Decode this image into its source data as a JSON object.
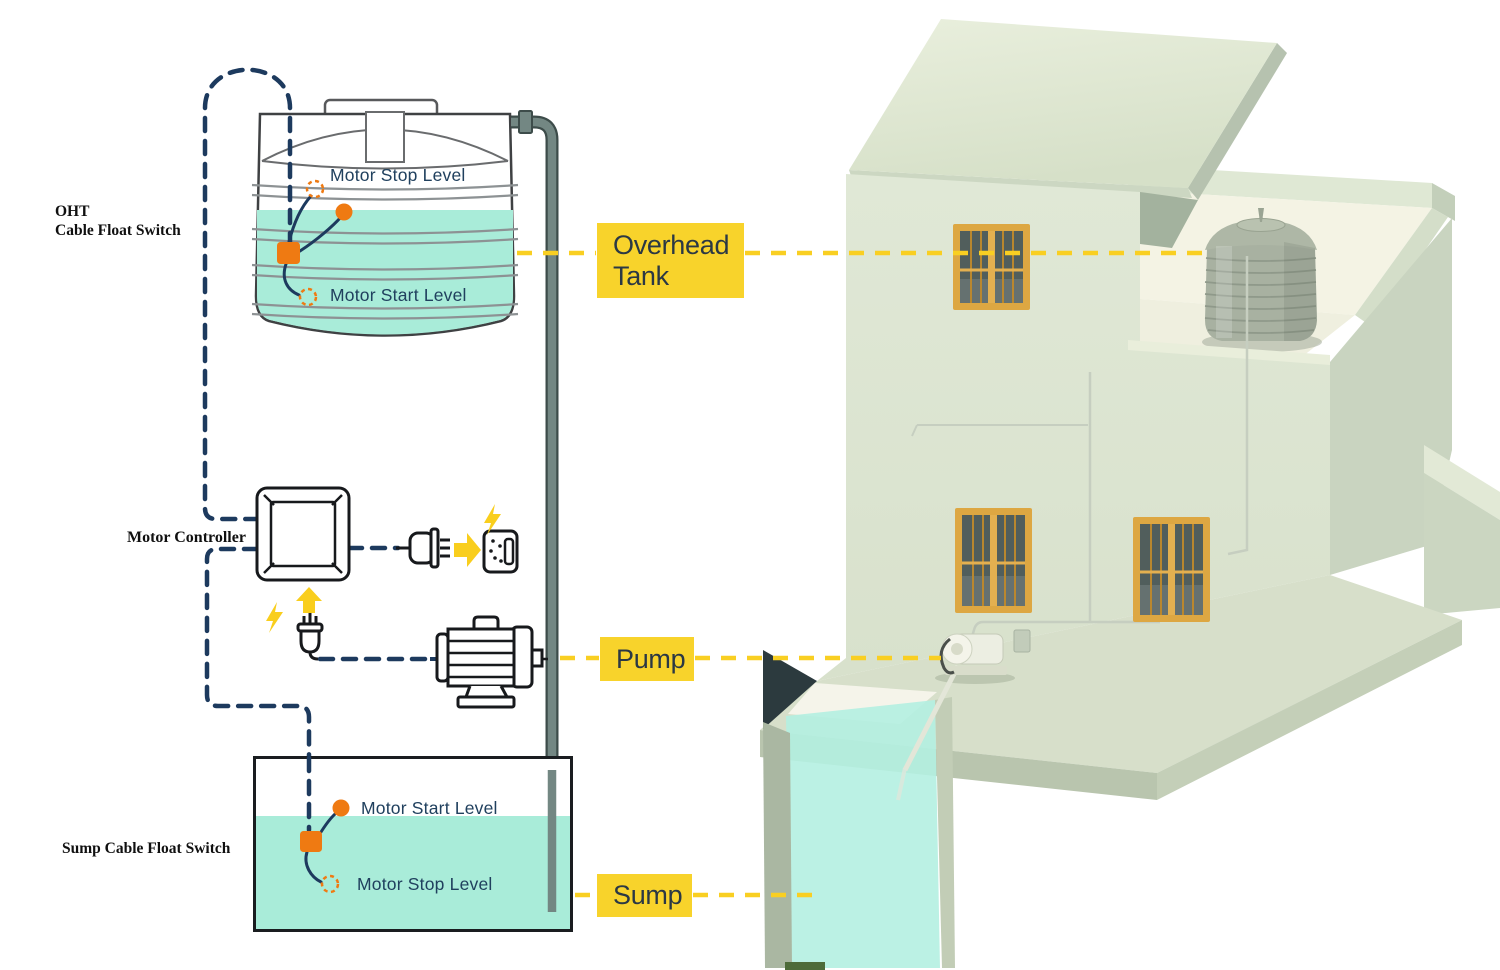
{
  "callouts": {
    "overhead_tank": "Overhead Tank",
    "pump": "Pump",
    "sump": "Sump"
  },
  "overhead_tank_diagram": {
    "switch_label_line1": "OHT",
    "switch_label_line2": "Cable Float Switch",
    "motor_stop_label": "Motor Stop Level",
    "motor_start_label": "Motor Start Level"
  },
  "controller": {
    "label": "Motor Controller"
  },
  "sump_diagram": {
    "switch_label": "Sump Cable Float Switch",
    "motor_start_label": "Motor Start Level",
    "motor_stop_label": "Motor Stop Level"
  },
  "icons": {
    "float_switch": "float-switch-icon",
    "power_plug": "power-plug-icon",
    "power_socket": "power-socket-icon",
    "lightning": "lightning-bolt-icon",
    "flow_arrow": "power-flow-arrow-icon",
    "motor": "pump-motor-icon",
    "controller_box": "motor-controller-icon"
  },
  "colors": {
    "cable_navy": "#1d3a5e",
    "switch_orange": "#ef7a12",
    "water_mint": "#a9ecd9",
    "callout_yellow": "#F8D32B",
    "callout_text": "#2b3844",
    "dash_yellow": "#f9cf22",
    "energy_yellow": "#F9CE1D",
    "pipe_gray": "#738783",
    "house_wall_sage": "#dde6d2",
    "house_roof": "#e4ecd9",
    "window_amber": "#dda742",
    "sump3d_water": "#b4efe1"
  }
}
